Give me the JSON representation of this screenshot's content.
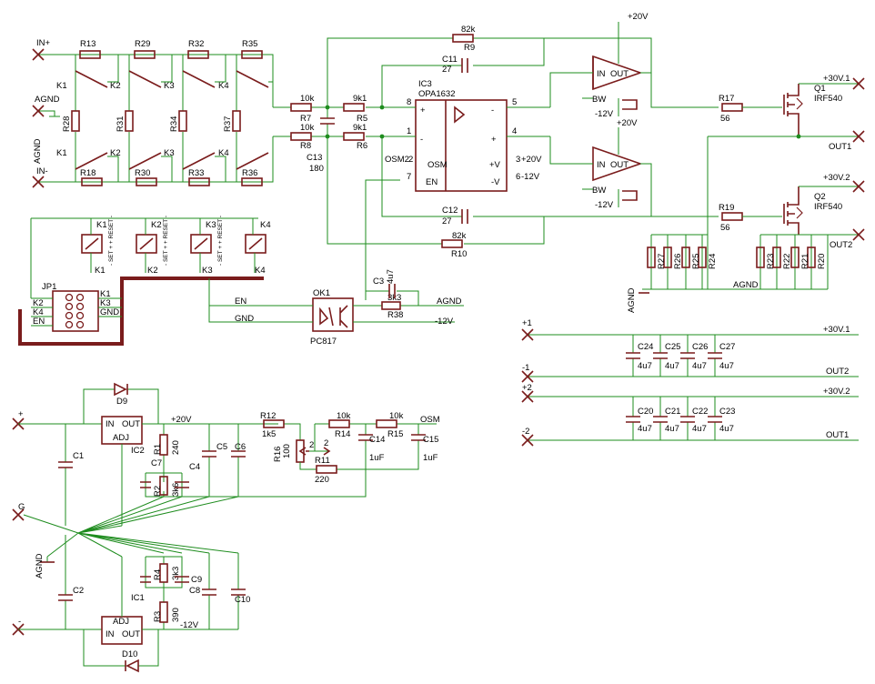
{
  "labels": {
    "in_plus": "IN+",
    "in_minus": "IN-",
    "agnd": "AGND",
    "agnd_v": "AGND",
    "R13": "R13",
    "R29": "R29",
    "R32": "R32",
    "R35": "R35",
    "R18": "R18",
    "R30": "R30",
    "R33": "R33",
    "R36": "R36",
    "R28": "R28",
    "R31": "R31",
    "R34": "R34",
    "R37": "R37",
    "K1a": "K1",
    "K2a": "K2",
    "K3a": "K3",
    "K4a": "K4",
    "K1b": "K1",
    "K2b": "K2",
    "K3b": "K3",
    "K4b": "K4",
    "R7": "R7",
    "R7v": "10k",
    "R8": "R8",
    "R8v": "10k",
    "R5": "R5",
    "R5v": "9k1",
    "R6": "R6",
    "R6v": "9k1",
    "C13": "C13",
    "C13v": "180",
    "R9v": "82k",
    "R9": "R9",
    "R10v": "82k",
    "R10": "R10",
    "C11": "C11",
    "C11v": "27",
    "C12": "C12",
    "C12v": "27",
    "IC3": "IC3",
    "IC3v": "OPA1632",
    "osm": "OSM",
    "osm2": "OSM2",
    "en": "EN",
    "p20": "+20V",
    "p20b": "+20V",
    "p20c": "+20V",
    "p20d": "+20V",
    "m12a": "-12V",
    "m12b": "-12V",
    "m12c": "-12V",
    "m12d": "-12V",
    "vplus": "+V",
    "vminus": "-V",
    "R17": "R17",
    "R17v": "56",
    "R19": "R19",
    "R19v": "56",
    "Q1": "Q1",
    "Q1v": "IRF540",
    "Q2": "Q2",
    "Q2v": "IRF540",
    "v30_1": "+30V.1",
    "v30_2": "+30V.2",
    "out1": "OUT1",
    "out2": "OUT2",
    "R27": "R27",
    "R26": "R26",
    "R25": "R25",
    "R24": "R24",
    "R23": "R23",
    "R22": "R22",
    "R21": "R21",
    "R20": "R20",
    "inbuf": "IN",
    "outbuf": "OUT",
    "bw": "BW",
    "JP1": "JP1",
    "OK1": "OK1",
    "PC817": "PC817",
    "C3": "C3",
    "C3v": "4u7",
    "R38": "R38",
    "R38v": "3k3",
    "en_net": "EN",
    "gnd_net": "GND",
    "jp_k1": "K1",
    "jp_k2": "K2",
    "jp_k3": "K3",
    "jp_k4": "K4",
    "jp_en": "EN",
    "jp_gnd": "GND",
    "set_reset": "- SET + + RESET -",
    "pwr1": "+1",
    "pwr_m1": "-1",
    "pwr2": "+2",
    "pwr_m2": "-2",
    "v30_1b": "+30V.1",
    "v30_2b": "+30V.2",
    "out2b": "OUT2",
    "out1b": "OUT1",
    "C24": "C24",
    "C25": "C25",
    "C26": "C26",
    "C27": "C27",
    "C20": "C20",
    "C21": "C21",
    "C22": "C22",
    "C23": "C23",
    "cap4u7": "4u7",
    "D9": "D9",
    "D10": "D10",
    "IC2": "IC2",
    "IC1": "IC1",
    "adj": "ADJ",
    "C1": "C1",
    "C2": "C2",
    "C4": "C4",
    "C5": "C5",
    "C6": "C6",
    "C7": "C7",
    "C8": "C8",
    "C9": "C9",
    "C10": "C10",
    "R1": "R1",
    "R1v": "240",
    "R2": "R2",
    "R2v": "3k6",
    "R3": "R3",
    "R3v": "390",
    "R4": "R4",
    "R4v": "3k3",
    "R12": "R12",
    "R12v": "1k5",
    "R16": "R16",
    "R16v": "100",
    "R11": "R11",
    "R11v": "220",
    "R14": "R14",
    "R14v": "10k",
    "R15": "R15",
    "R15v": "10k",
    "C14": "C14",
    "C14v": "1uF",
    "C15": "C15",
    "C15v": "1uF",
    "plus": "+",
    "minus": "-",
    "G": "G"
  },
  "colors": {
    "wire": "#1e8c1e",
    "component": "#7a1c1c",
    "text": "#000000"
  }
}
